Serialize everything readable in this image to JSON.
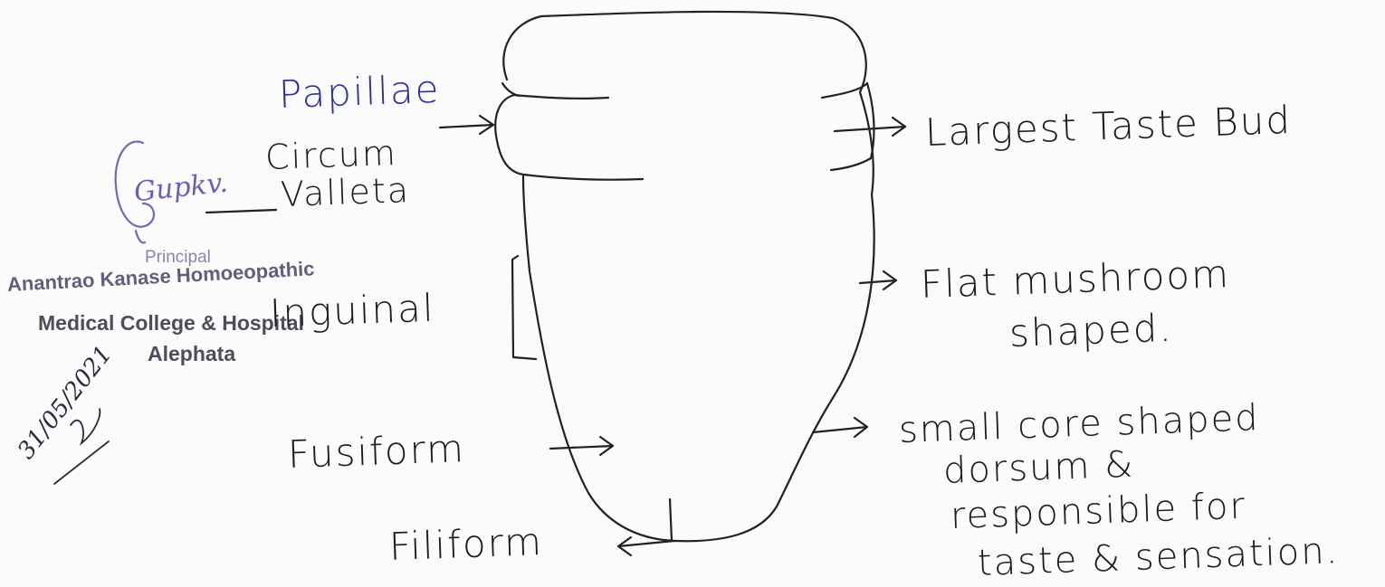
{
  "labels": {
    "papillae": "Papillae",
    "circum": "Circum",
    "valleta": "Valleta",
    "inguinal": "Inguinal",
    "fusiform": "Fusiform",
    "filiform": "Filiform",
    "largest_taste_bud": "Largest Taste Bud",
    "flat_mushroom_line1": "Flat mushroom",
    "flat_mushroom_line2": "shaped.",
    "small_core_line1": "small core shaped",
    "small_core_line2": "dorsum &",
    "small_core_line3": "responsible for",
    "small_core_line4": "taste & sensation."
  },
  "stamp": {
    "signature": "Gupkv.",
    "principal": "Principal",
    "institution": "Anantrao Kanase Homoeopathic",
    "college": "Medical College & Hospital",
    "place": "Alephata"
  },
  "initials": {
    "date": "31/05/2021"
  },
  "colors": {
    "ink": "#1b1b1b",
    "blue_ink": "#2a2f9a",
    "stamp": "#50506e",
    "background": "#fbfbfb"
  }
}
